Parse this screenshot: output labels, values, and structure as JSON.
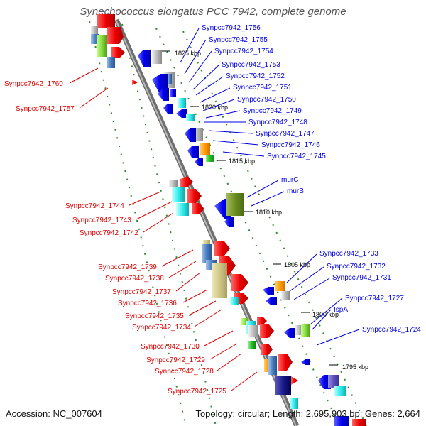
{
  "title": "Synechococcus elongatus PCC 7942, complete genome",
  "footer": {
    "accession": "Accession: NC_007604",
    "topology": "Topology: circular; Length: 2,695,903 bp; Genes: 2,664"
  },
  "colors": {
    "forward_label": "#dd0000",
    "reverse_label": "#0000dd",
    "backbone": "#7a7a7a",
    "ring_dots": "#2e8b2e"
  },
  "kbp_labels": [
    "1825 kbp",
    "1820 kbp",
    "1815 kbp",
    "1810 kbp",
    "1805 kbp",
    "1800 kbp",
    "1795 kbp"
  ],
  "left_labels": [
    "Synpcc7942_1760",
    "Synpcc7942_1757",
    "Synpcc7942_1744",
    "Synpcc7942_1743",
    "Synpcc7942_1742",
    "Synpcc7942_1739",
    "Synpcc7942_1738",
    "Synpcc7942_1737",
    "Synpcc7942_1736",
    "Synpcc7942_1735",
    "Synpcc7942_1734",
    "Synpcc7942_1730",
    "Synpcc7942_1729",
    "Synpcc7942_1728",
    "Synpcc7942_1725"
  ],
  "right_labels": [
    "Synpcc7942_1756",
    "Synpcc7942_1755",
    "Synpcc7942_1754",
    "Synpcc7942_1753",
    "Synpcc7942_1752",
    "Synpcc7942_1751",
    "Synpcc7942_1750",
    "Synpcc7942_1749",
    "Synpcc7942_1748",
    "Synpcc7942_1747",
    "Synpcc7942_1746",
    "Synpcc7942_1745",
    "murC",
    "murB",
    "Synpcc7942_1733",
    "Synpcc7942_1732",
    "Synpcc7942_1731",
    "Synpcc7942_1727",
    "IspA",
    "Synpcc7942_1724"
  ]
}
